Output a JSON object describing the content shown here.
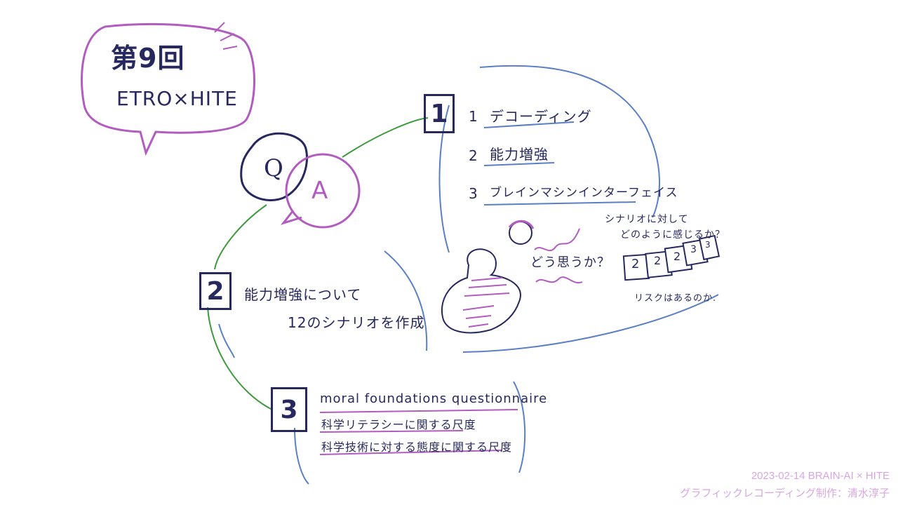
{
  "title": {
    "line1": "第9回",
    "line2": "ETRO×HITE"
  },
  "qa": {
    "q": "Q",
    "a": "A"
  },
  "section1": {
    "number": "1",
    "items": [
      {
        "num": "1",
        "text": "デコーディング"
      },
      {
        "num": "2",
        "text": "能力増強"
      },
      {
        "num": "3",
        "text": "ブレインマシンインターフェイス"
      }
    ],
    "question_bubble": "どう思うか？",
    "scenario_question": {
      "line1": "シナリオに対して",
      "line2": "どのように感じるか？"
    },
    "cards": [
      "2",
      "2",
      "2",
      "3",
      "3"
    ],
    "risk_text": "リスクはあるのか."
  },
  "section2": {
    "number": "2",
    "line1": "能力増強について",
    "line2": "12のシナリオを作成"
  },
  "section3": {
    "number": "3",
    "line1": "moral foundations questionnaire",
    "line2": "科学リテラシーに関する尺度",
    "line3": "科学技術に対する態度に関する尺度"
  },
  "footer": {
    "line1": "2023-02-14 BRAIN-AI × HITE",
    "line2": "グラフィックレコーディング制作：清水淳子"
  },
  "colors": {
    "ink": "#27285e",
    "purple": "#b25cc0",
    "green": "#3e9a3e",
    "blue": "#5b7fc6",
    "pink": "#d9a6e3"
  }
}
